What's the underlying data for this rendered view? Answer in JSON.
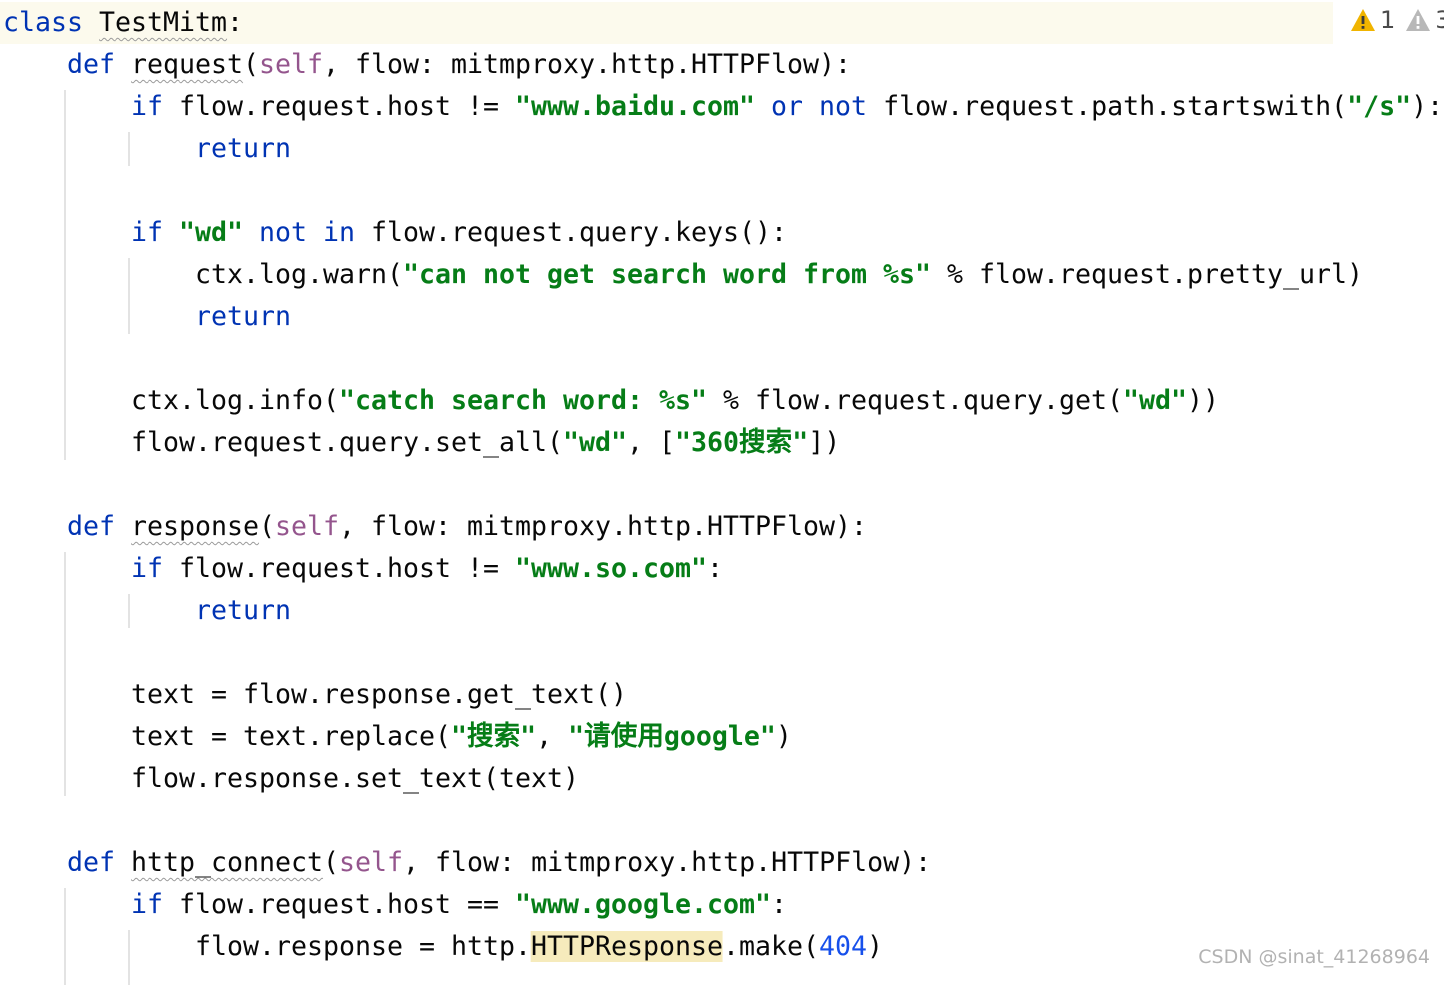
{
  "editor": {
    "language": "python",
    "current_line": 1,
    "lines": [
      {
        "indent": 0,
        "tokens": [
          {
            "t": "class",
            "c": "kw"
          },
          {
            "t": " "
          },
          {
            "t": "TestMitm",
            "c": "squig"
          },
          {
            "t": ":"
          }
        ]
      },
      {
        "indent": 1,
        "tokens": [
          {
            "t": "def",
            "c": "kw"
          },
          {
            "t": " "
          },
          {
            "t": "request",
            "c": "squig"
          },
          {
            "t": "("
          },
          {
            "t": "self",
            "c": "self"
          },
          {
            "t": ", flow: mitmproxy.http.HTTPFlow):"
          }
        ]
      },
      {
        "indent": 2,
        "tokens": [
          {
            "t": "if",
            "c": "kw"
          },
          {
            "t": " flow.request.host != "
          },
          {
            "t": "\"www.baidu.com\"",
            "c": "str"
          },
          {
            "t": " "
          },
          {
            "t": "or",
            "c": "kw"
          },
          {
            "t": " "
          },
          {
            "t": "not",
            "c": "kw"
          },
          {
            "t": " flow.request.path.startswith("
          },
          {
            "t": "\"/s\"",
            "c": "str"
          },
          {
            "t": "):"
          }
        ]
      },
      {
        "indent": 3,
        "tokens": [
          {
            "t": "return",
            "c": "kw"
          }
        ]
      },
      {
        "indent": 0,
        "tokens": []
      },
      {
        "indent": 2,
        "tokens": [
          {
            "t": "if",
            "c": "kw"
          },
          {
            "t": " "
          },
          {
            "t": "\"wd\"",
            "c": "str"
          },
          {
            "t": " "
          },
          {
            "t": "not in",
            "c": "kw"
          },
          {
            "t": " flow.request.query.keys():"
          }
        ]
      },
      {
        "indent": 3,
        "tokens": [
          {
            "t": "ctx.log.warn("
          },
          {
            "t": "\"can not get search word from %s\"",
            "c": "str"
          },
          {
            "t": " % flow.request.pretty_url)"
          }
        ]
      },
      {
        "indent": 3,
        "tokens": [
          {
            "t": "return",
            "c": "kw"
          }
        ]
      },
      {
        "indent": 0,
        "tokens": []
      },
      {
        "indent": 2,
        "tokens": [
          {
            "t": "ctx.log.info("
          },
          {
            "t": "\"catch search word: %s\"",
            "c": "str"
          },
          {
            "t": " % flow.request.query.get("
          },
          {
            "t": "\"wd\"",
            "c": "str"
          },
          {
            "t": "))"
          }
        ]
      },
      {
        "indent": 2,
        "tokens": [
          {
            "t": "flow.request.query.set_all("
          },
          {
            "t": "\"wd\"",
            "c": "str"
          },
          {
            "t": ", ["
          },
          {
            "t": "\"360搜索\"",
            "c": "str"
          },
          {
            "t": "])"
          }
        ]
      },
      {
        "indent": 0,
        "tokens": []
      },
      {
        "indent": 1,
        "tokens": [
          {
            "t": "def",
            "c": "kw"
          },
          {
            "t": " "
          },
          {
            "t": "response",
            "c": "squig"
          },
          {
            "t": "("
          },
          {
            "t": "self",
            "c": "self"
          },
          {
            "t": ", flow: mitmproxy.http.HTTPFlow):"
          }
        ]
      },
      {
        "indent": 2,
        "tokens": [
          {
            "t": "if",
            "c": "kw"
          },
          {
            "t": " flow.request.host != "
          },
          {
            "t": "\"www.so.com\"",
            "c": "str"
          },
          {
            "t": ":"
          }
        ]
      },
      {
        "indent": 3,
        "tokens": [
          {
            "t": "return",
            "c": "kw"
          }
        ]
      },
      {
        "indent": 0,
        "tokens": []
      },
      {
        "indent": 2,
        "tokens": [
          {
            "t": "text = flow.response.get_text()"
          }
        ]
      },
      {
        "indent": 2,
        "tokens": [
          {
            "t": "text = text.replace("
          },
          {
            "t": "\"搜索\"",
            "c": "str"
          },
          {
            "t": ", "
          },
          {
            "t": "\"请使用google\"",
            "c": "str"
          },
          {
            "t": ")"
          }
        ]
      },
      {
        "indent": 2,
        "tokens": [
          {
            "t": "flow.response.set_text(text)"
          }
        ]
      },
      {
        "indent": 0,
        "tokens": []
      },
      {
        "indent": 1,
        "tokens": [
          {
            "t": "def",
            "c": "kw"
          },
          {
            "t": " "
          },
          {
            "t": "http_connect",
            "c": "squig"
          },
          {
            "t": "("
          },
          {
            "t": "self",
            "c": "self"
          },
          {
            "t": ", flow: mitmproxy.http.HTTPFlow):"
          }
        ]
      },
      {
        "indent": 2,
        "tokens": [
          {
            "t": "if",
            "c": "kw"
          },
          {
            "t": " flow.request.host == "
          },
          {
            "t": "\"www.google.com\"",
            "c": "str"
          },
          {
            "t": ":"
          }
        ]
      },
      {
        "indent": 3,
        "tokens": [
          {
            "t": "flow.response = http."
          },
          {
            "t": "HTTPResponse",
            "c": "warn-hl"
          },
          {
            "t": ".make("
          },
          {
            "t": "404",
            "c": "num"
          },
          {
            "t": ")"
          }
        ]
      }
    ]
  },
  "inspections": {
    "warnings_count": "1",
    "weak_warnings_count": "3",
    "warning_icon": "warning-triangle-icon",
    "weak_warning_icon": "weak-warning-triangle-icon",
    "colors": {
      "warning": "#f0b400",
      "weak_warning": "#b8b8b8"
    }
  },
  "watermark": {
    "text": "CSDN @sinat_41268964"
  },
  "theme": {
    "keyword": "#0033b3",
    "string": "#067d17",
    "self": "#94558d",
    "number": "#1750eb",
    "text": "#080808",
    "current_line_bg": "#fcfaed"
  }
}
